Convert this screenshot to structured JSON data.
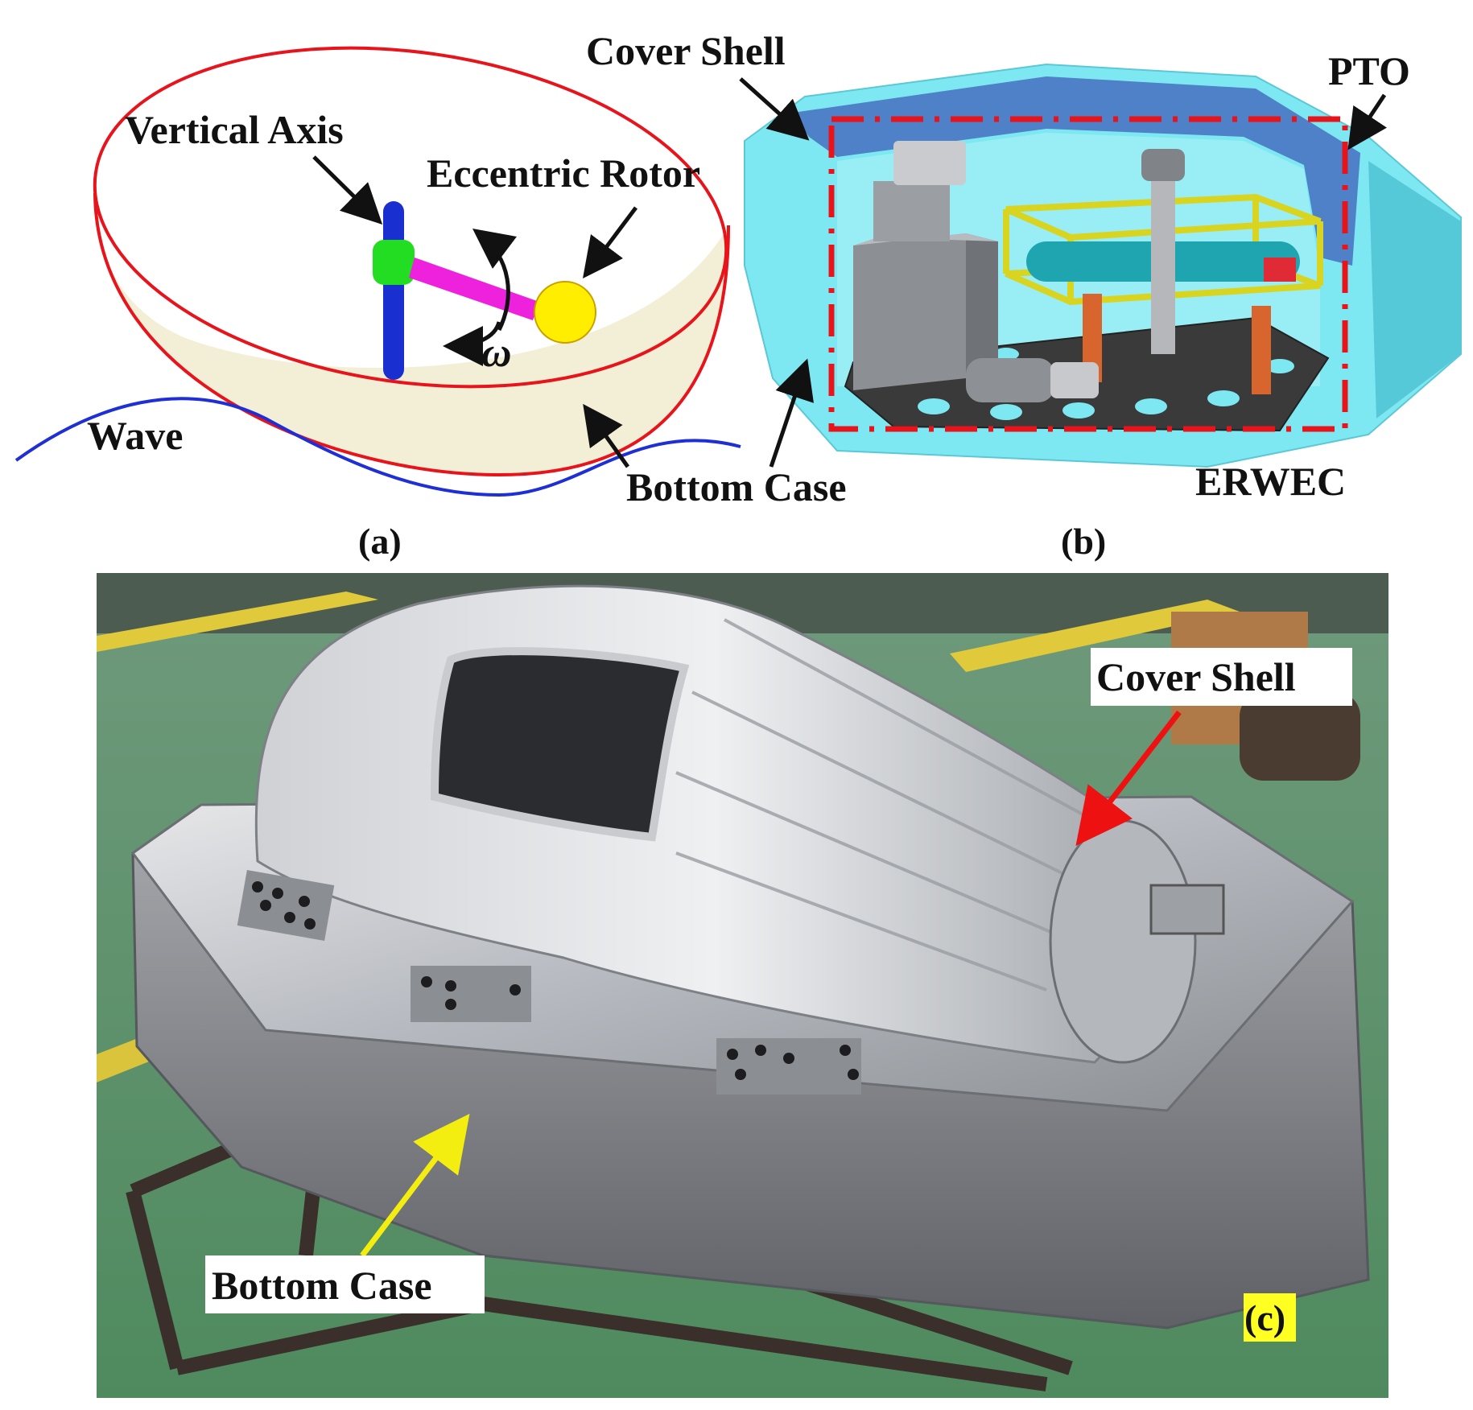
{
  "panel_a": {
    "caption": "(a)",
    "labels": {
      "vertical_axis": "Vertical Axis",
      "eccentric_rotor": "Eccentric Rotor",
      "omega": "ω",
      "wave": "Wave",
      "bottom_case": "Bottom Case"
    }
  },
  "panel_b": {
    "caption": "(b)",
    "labels": {
      "cover_shell": "Cover Shell",
      "pto": "PTO",
      "erwec": "ERWEC"
    }
  },
  "panel_c": {
    "caption": "(c)",
    "labels": {
      "cover_shell": "Cover Shell",
      "bottom_case": "Bottom Case"
    }
  },
  "colors": {
    "outline_red": "#e8141c",
    "wave_blue": "#1f2fd6",
    "axis_blue": "#1a2fd0",
    "joint_green": "#22dd22",
    "rod_magenta": "#ee22dd",
    "rotor_yellow": "#ffee00",
    "shell_cyan": "#7ee8f2",
    "dash_red": "#e8141c",
    "arrow_red": "#ee1111",
    "arrow_yellow": "#f4ee10",
    "caption_c_bg": "#ffff22"
  }
}
